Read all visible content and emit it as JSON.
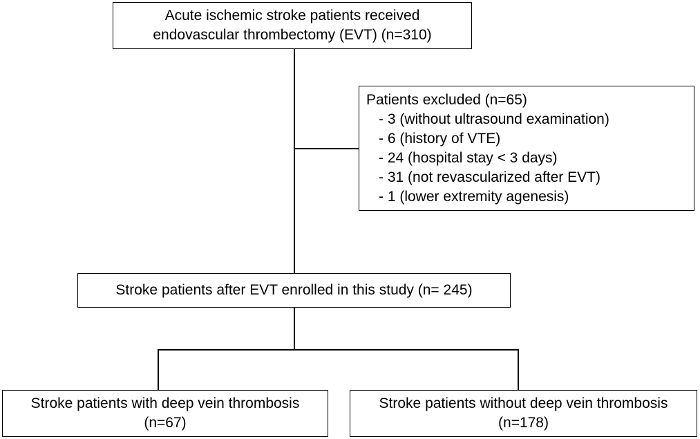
{
  "top_box": {
    "line1": "Acute ischemic stroke patients received",
    "line2": "endovascular thrombectomy (EVT) (n=310)"
  },
  "excluded_box": {
    "title": "Patients excluded (n=65)",
    "items": [
      "- 3 (without ultrasound examination)",
      "- 6 (history of VTE)",
      "- 24 (hospital stay < 3 days)",
      "- 31 (not revascularized after EVT)",
      "- 1 (lower extremity agenesis)"
    ]
  },
  "enrolled_box": {
    "text": "Stroke patients after EVT enrolled in this study (n= 245)"
  },
  "dvt_box": {
    "line1": "Stroke patients with deep vein thrombosis",
    "line2": "(n=67)"
  },
  "no_dvt_box": {
    "line1": "Stroke patients without deep vein thrombosis",
    "line2": "(n=178)"
  }
}
